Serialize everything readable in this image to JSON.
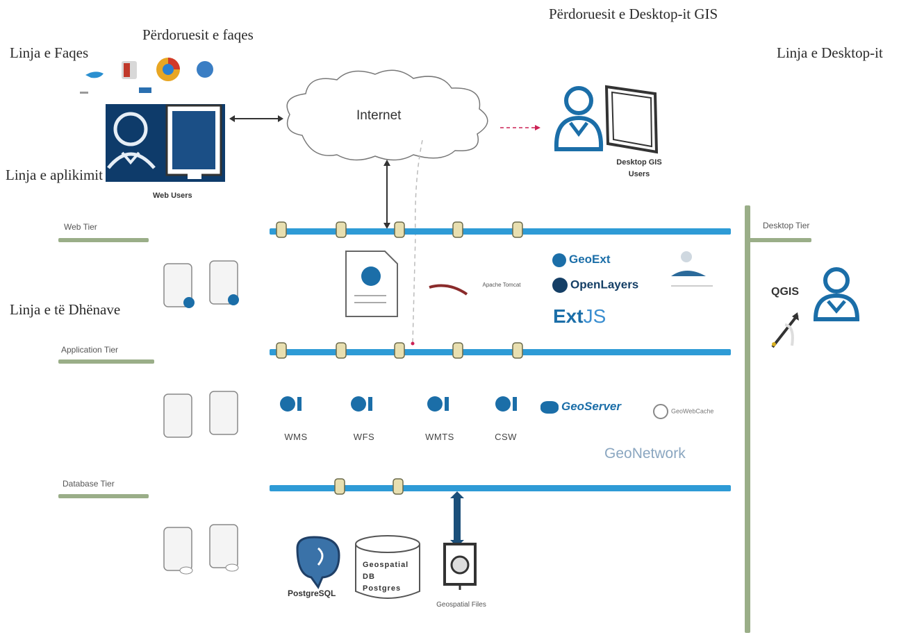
{
  "labels": {
    "web_page_users": "Përdoruesit e faqes",
    "desktop_gis_users_title": "Përdoruesit e Desktop-it GIS",
    "page_line": "Linja e Faqes",
    "desktop_line": "Linja e Desktop-it",
    "application_line": "Linja e  aplikimit",
    "data_line": "Linja e të Dhënave",
    "internet": "Internet",
    "web_users": "Web Users",
    "desktop_gis_users": "Desktop GIS Users",
    "qgis": "QGIS"
  },
  "tiers": {
    "web": "Web Tier",
    "application": "Application Tier",
    "database": "Database Tier",
    "desktop": "Desktop Tier"
  },
  "services": [
    "WMS",
    "WFS",
    "WMTS",
    "CSW"
  ],
  "logos": {
    "geoext": "GeoExt",
    "openlayers": "OpenLayers",
    "extjs_a": "Ext",
    "extjs_b": "JS",
    "geoserver": "GeoServer",
    "geowebcache": "GeoWebCache",
    "geonetwork": "GeoNetwork",
    "apache_tomcat": "Apache Tomcat",
    "postgresql": "PostgreSQL"
  },
  "db": {
    "geospatial_db": [
      "Geospatial",
      "DB",
      "Postgres"
    ],
    "geospatial_files": "Geospatial Files"
  },
  "colors": {
    "bus": "#2e9bd6",
    "tier_bar": "#9aae88",
    "brand_blue": "#1b6ea8"
  }
}
